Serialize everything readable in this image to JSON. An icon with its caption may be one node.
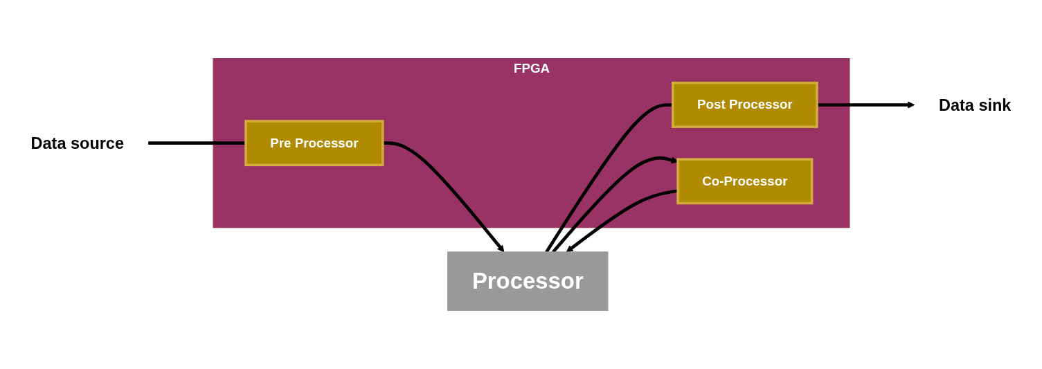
{
  "diagram": {
    "nodes": [
      {
        "text": [
          "Processor"
        ]
      },
      {
        "text": [
          "FPGA"
        ]
      },
      {
        "text": [
          "Post Processor"
        ],
        "in": 1
      },
      {
        "text": [
          "Co-Processor"
        ],
        "in": 1
      },
      {
        "text": [
          "Pre Processor"
        ],
        "in": 1
      },
      {
        "text": [
          "Data sink"
        ]
      },
      {
        "text": [
          "Data source"
        ]
      }
    ],
    "edges": [
      {
        "from": 0,
        "to": 2,
        "arrow": "none"
      },
      {
        "from": 2,
        "to": 5,
        "arrow": "to"
      },
      {
        "from": 0,
        "to": 3,
        "arrow": "to"
      },
      {
        "from": 3,
        "to": 0,
        "arrow": "to"
      },
      {
        "from": 6,
        "to": 4,
        "arrow": "none"
      },
      {
        "from": 4,
        "to": 0,
        "arrow": "to"
      }
    ]
  }
}
